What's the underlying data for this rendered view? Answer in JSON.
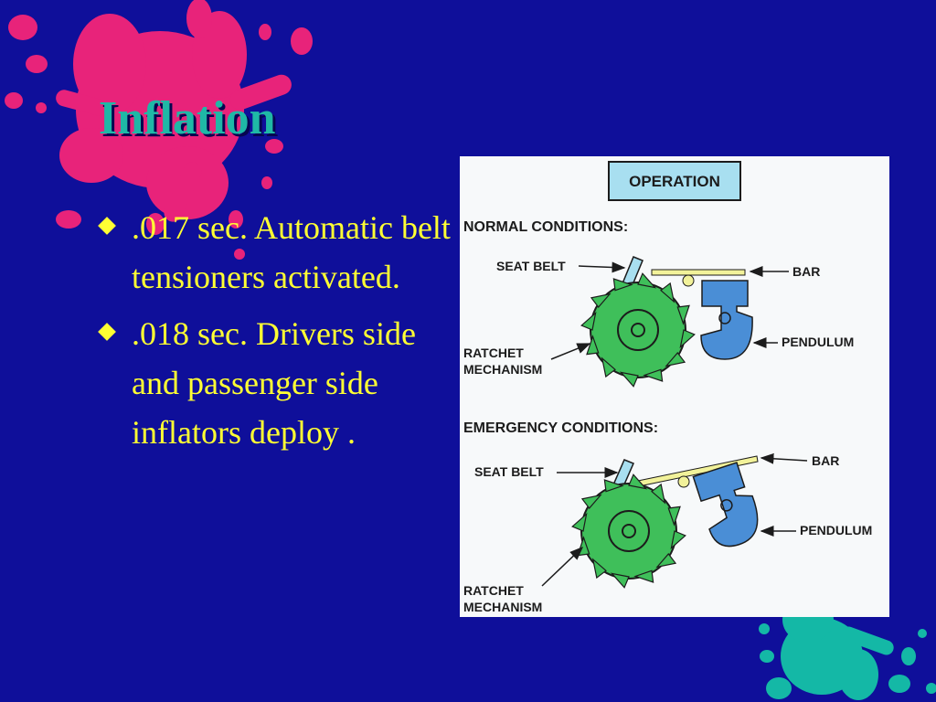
{
  "slide": {
    "title": "Inflation",
    "bullets": [
      ".017 sec. Automatic belt tensioners activated.",
      ".018 sec. Drivers side and passenger side inflators deploy ."
    ]
  },
  "figure": {
    "header": "OPERATION",
    "normal": {
      "heading": "NORMAL CONDITIONS:",
      "seat_belt": "SEAT BELT",
      "bar": "BAR",
      "pendulum": "PENDULUM",
      "ratchet_line1": "RATCHET",
      "ratchet_line2": "MECHANISM"
    },
    "emergency": {
      "heading": "EMERGENCY CONDITIONS:",
      "seat_belt": "SEAT BELT",
      "bar": "BAR",
      "pendulum": "PENDULUM",
      "ratchet_line1": "RATCHET",
      "ratchet_line2": "MECHANISM"
    }
  },
  "colors": {
    "background": "#0f0f9a",
    "title": "#1fb8a6",
    "bullet_text": "#ffff33",
    "pink_splat": "#e8237a",
    "teal_splat": "#14b8a6",
    "ratchet_green": "#3fbf5a",
    "pendulum_blue": "#4a8ed6",
    "bar_yellow": "#f2f29a"
  }
}
